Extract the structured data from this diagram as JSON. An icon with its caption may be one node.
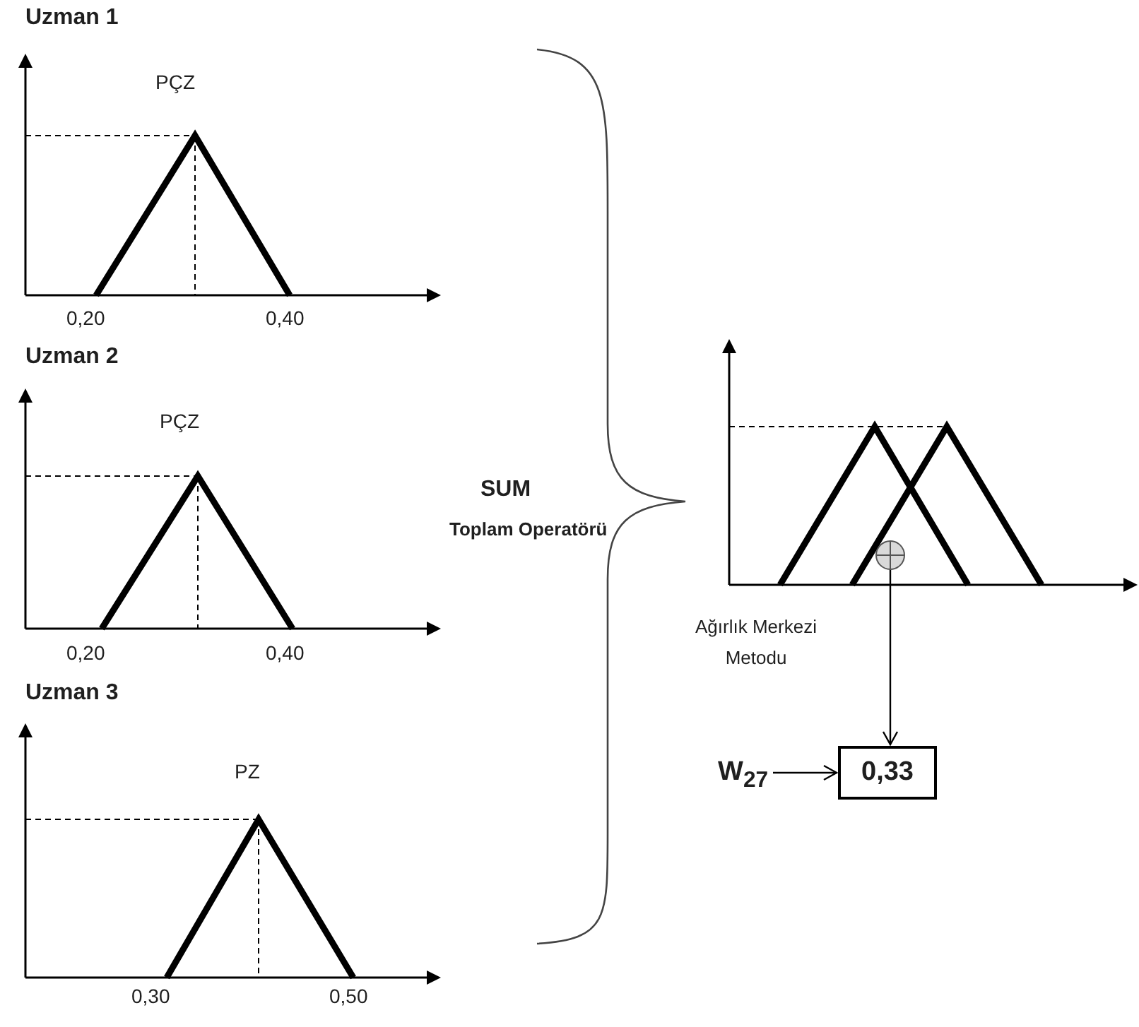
{
  "diagram": {
    "nodes": [
      {
        "text": [],
        "shape": "circle"
      },
      {
        "text": [
          "W$_{27}$"
        ]
      },
      {
        "text": [
          "0,33"
        ]
      }
    ],
    "edges": [
      {
        "from": 0,
        "to": 2,
        "arrow": "to"
      },
      {
        "from": 1,
        "to": 2,
        "arrow": "to"
      }
    ],
    "labels": [
      "Uzman 1",
      "PÇZ",
      "0,20",
      "0,40",
      "Uzman 2",
      "PÇZ",
      "0,20",
      "0,40",
      "Uzman 3",
      "PZ",
      "0,30",
      "0,50",
      "SUM",
      "Toplam Operatörü",
      "Ağırlık Merkezi Metodu"
    ]
  }
}
